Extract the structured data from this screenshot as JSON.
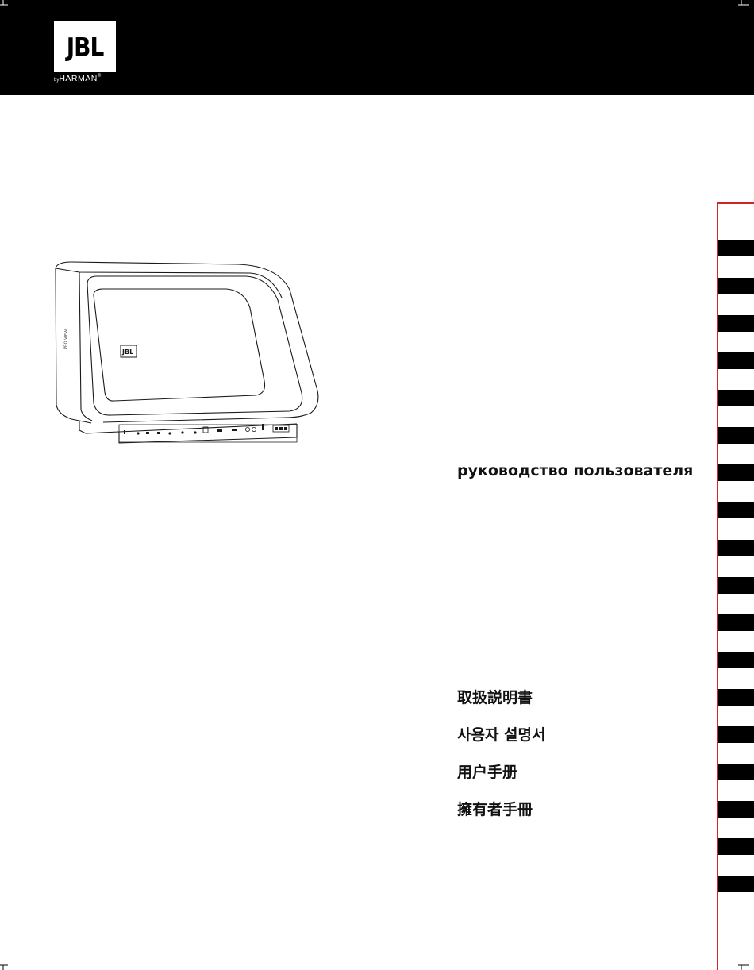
{
  "brand": {
    "logo_text": "JBL",
    "maker_prefix": "by",
    "maker": "HARMAN",
    "maker_mark": "®"
  },
  "product": {
    "name": "PRO VIEW"
  },
  "manual_titles": {
    "russian": "руководство пользователя",
    "japanese": "取扱説明書",
    "korean": "사용자 설명서",
    "chinese_simplified": "用户手册",
    "chinese_traditional": "擁有者手冊"
  },
  "colors": {
    "header": "#000000",
    "rail": "#d2232a",
    "tab": "#000000"
  }
}
